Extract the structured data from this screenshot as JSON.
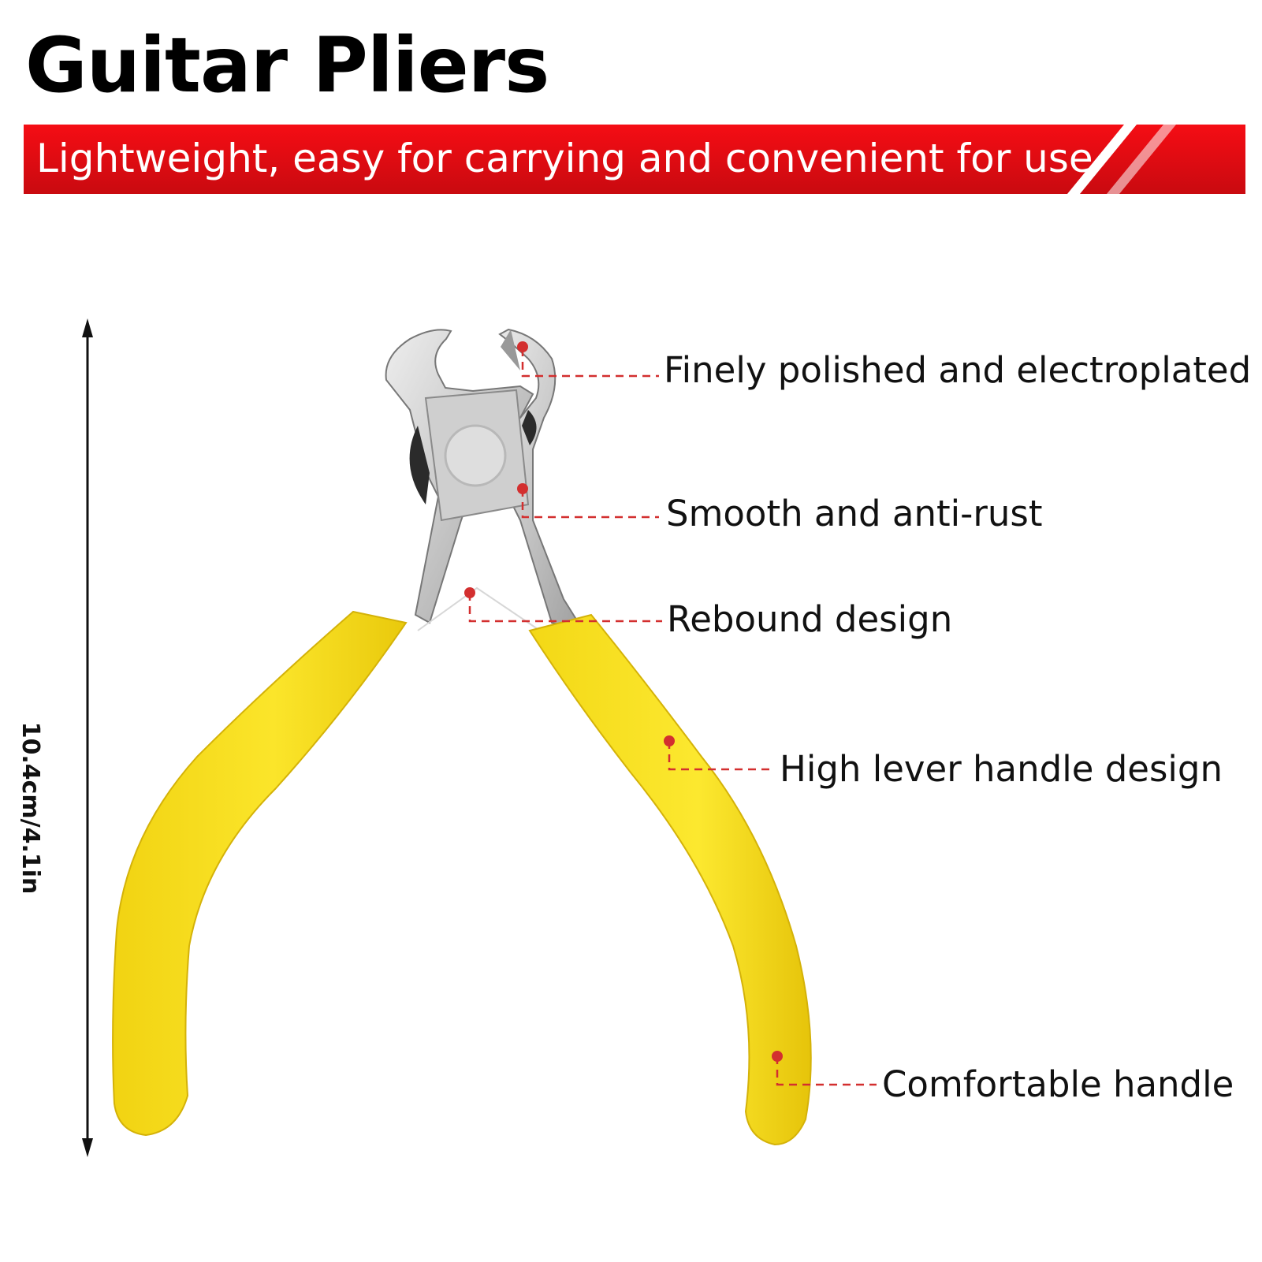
{
  "title": "Guitar Pliers",
  "banner": {
    "text": "Lightweight, easy for carrying and convenient for use",
    "color": "#e30613"
  },
  "product": {
    "handle_color": "#f7e11e",
    "metal_color": "#c9c9c9"
  },
  "dimension": {
    "label": "10.4cm/4.1in"
  },
  "callouts": [
    {
      "label": "Finely polished and electroplated"
    },
    {
      "label": "Smooth and anti-rust"
    },
    {
      "label": "Rebound design"
    },
    {
      "label": "High lever handle design"
    },
    {
      "label": "Comfortable handle"
    }
  ],
  "callout_marker_color": "#d32f2f"
}
